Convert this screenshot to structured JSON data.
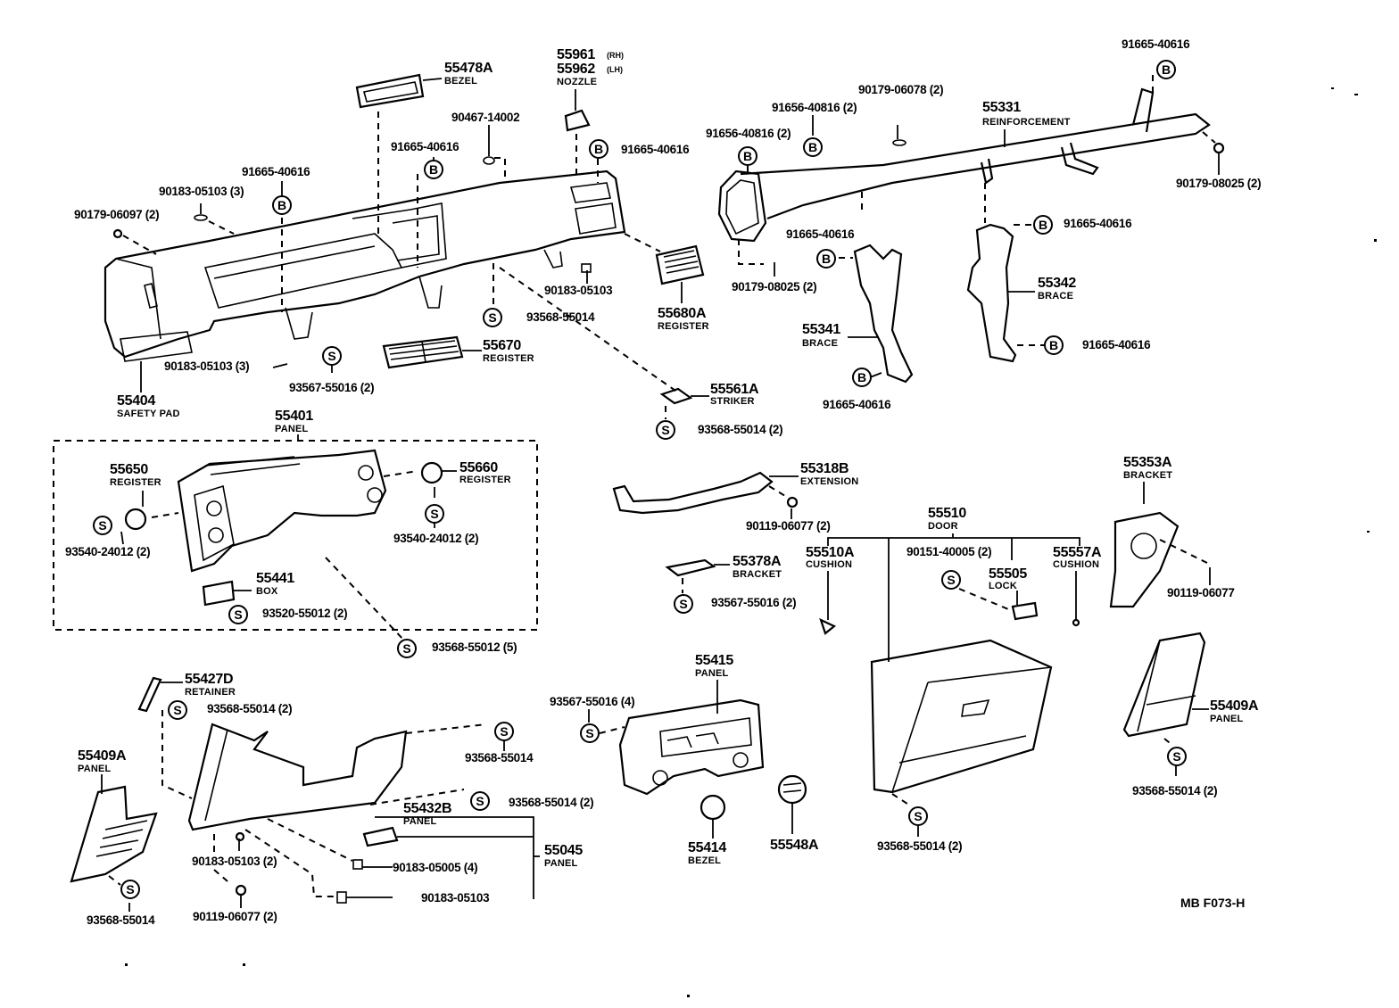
{
  "diagram": {
    "title_code": "MB  F073-H",
    "fastener_symbols": {
      "bolt": "B",
      "screw": "S"
    },
    "parts": [
      {
        "id": "p55478A",
        "number": "55478A",
        "name": "BEZEL"
      },
      {
        "id": "p55961",
        "number": "55961",
        "side": "(RH)"
      },
      {
        "id": "p55962",
        "number": "55962",
        "side": "(LH)",
        "name": "NOZZLE"
      },
      {
        "id": "p55331",
        "number": "55331",
        "name": "REINFORCEMENT"
      },
      {
        "id": "p55404",
        "number": "55404",
        "name": "SAFETY PAD"
      },
      {
        "id": "p55680A",
        "number": "55680A",
        "name": "REGISTER"
      },
      {
        "id": "p55670",
        "number": "55670",
        "name": "REGISTER"
      },
      {
        "id": "p55561A",
        "number": "55561A",
        "name": "STRIKER"
      },
      {
        "id": "p55341",
        "number": "55341",
        "name": "BRACE"
      },
      {
        "id": "p55342",
        "number": "55342",
        "name": "BRACE"
      },
      {
        "id": "p55401",
        "number": "55401",
        "name": "PANEL"
      },
      {
        "id": "p55650",
        "number": "55650",
        "name": "REGISTER"
      },
      {
        "id": "p55660",
        "number": "55660",
        "name": "REGISTER"
      },
      {
        "id": "p55441",
        "number": "55441",
        "name": "BOX"
      },
      {
        "id": "p55318B",
        "number": "55318B",
        "name": "EXTENSION"
      },
      {
        "id": "p55510",
        "number": "55510",
        "name": "DOOR"
      },
      {
        "id": "p55510A",
        "number": "55510A",
        "name": "CUSHION"
      },
      {
        "id": "p55505",
        "number": "55505",
        "name": "LOCK"
      },
      {
        "id": "p55557A",
        "number": "55557A",
        "name": "CUSHION"
      },
      {
        "id": "p55378A",
        "number": "55378A",
        "name": "BRACKET"
      },
      {
        "id": "p55353A",
        "number": "55353A",
        "name": "BRACKET"
      },
      {
        "id": "p55427D",
        "number": "55427D",
        "name": "RETAINER"
      },
      {
        "id": "p55409A_left",
        "number": "55409A",
        "name": "PANEL"
      },
      {
        "id": "p55409A_right",
        "number": "55409A",
        "name": "PANEL"
      },
      {
        "id": "p55432B",
        "number": "55432B",
        "name": "PANEL"
      },
      {
        "id": "p55045",
        "number": "55045",
        "name": "PANEL"
      },
      {
        "id": "p55415",
        "number": "55415",
        "name": "PANEL"
      },
      {
        "id": "p55414",
        "number": "55414",
        "name": "BEZEL"
      },
      {
        "id": "p55548A",
        "number": "55548A",
        "name": ""
      }
    ],
    "fasteners": [
      {
        "id": "f01",
        "label": "90179-06097 (2)"
      },
      {
        "id": "f02",
        "label": "90183-05103 (3)"
      },
      {
        "id": "f03",
        "label": "91665-40616",
        "symbol": "B"
      },
      {
        "id": "f04",
        "label": "91665-40616",
        "symbol": "B"
      },
      {
        "id": "f05",
        "label": "90467-14002"
      },
      {
        "id": "f06",
        "label": "91665-40616",
        "symbol": "B"
      },
      {
        "id": "f07",
        "label": "90183-05103"
      },
      {
        "id": "f08",
        "label": "93568-55014",
        "symbol": "S"
      },
      {
        "id": "f09",
        "label": "90183-05103 (3)"
      },
      {
        "id": "f10",
        "label": "93567-55016 (2)",
        "symbol": "S"
      },
      {
        "id": "f11",
        "label": "93568-55014 (2)",
        "symbol": "S"
      },
      {
        "id": "f12",
        "label": "91656-40816 (2)",
        "symbol": "B"
      },
      {
        "id": "f13",
        "label": "91656-40816 (2)",
        "symbol": "B"
      },
      {
        "id": "f14",
        "label": "90179-06078 (2)"
      },
      {
        "id": "f15",
        "label": "91665-40616",
        "symbol": "B"
      },
      {
        "id": "f16",
        "label": "90179-08025 (2)"
      },
      {
        "id": "f17",
        "label": "91665-40616",
        "symbol": "B"
      },
      {
        "id": "f18",
        "label": "90179-08025 (2)"
      },
      {
        "id": "f19",
        "label": "91665-40616",
        "symbol": "B"
      },
      {
        "id": "f20",
        "label": "91665-40616",
        "symbol": "B"
      },
      {
        "id": "f21",
        "label": "91665-40616",
        "symbol": "B"
      },
      {
        "id": "f22",
        "label": "93540-24012 (2)",
        "symbol": "S"
      },
      {
        "id": "f23",
        "label": "93540-24012 (2)",
        "symbol": "S"
      },
      {
        "id": "f24",
        "label": "93520-55012 (2)",
        "symbol": "S"
      },
      {
        "id": "f25",
        "label": "93568-55012 (5)",
        "symbol": "S"
      },
      {
        "id": "f26",
        "label": "90119-06077 (2)"
      },
      {
        "id": "f27",
        "label": "90151-40005 (2)",
        "symbol": "S"
      },
      {
        "id": "f28",
        "label": "93567-55016 (2)",
        "symbol": "S"
      },
      {
        "id": "f29",
        "label": "90119-06077"
      },
      {
        "id": "f30",
        "label": "93568-55014 (2)",
        "symbol": "S"
      },
      {
        "id": "f31",
        "label": "93568-55014",
        "symbol": "S"
      },
      {
        "id": "f32",
        "label": "93568-55014 (2)",
        "symbol": "S"
      },
      {
        "id": "f33",
        "label": "90183-05103 (2)"
      },
      {
        "id": "f34",
        "label": "90183-05005 (4)"
      },
      {
        "id": "f35",
        "label": "90183-05103"
      },
      {
        "id": "f36",
        "label": "90119-06077 (2)"
      },
      {
        "id": "f37",
        "label": "93568-55014",
        "symbol": "S"
      },
      {
        "id": "f38",
        "label": "93567-55016 (4)",
        "symbol": "S"
      },
      {
        "id": "f39",
        "label": "93568-55014 (2)",
        "symbol": "S"
      },
      {
        "id": "f40",
        "label": "93568-55014 (2)",
        "symbol": "S"
      }
    ]
  }
}
